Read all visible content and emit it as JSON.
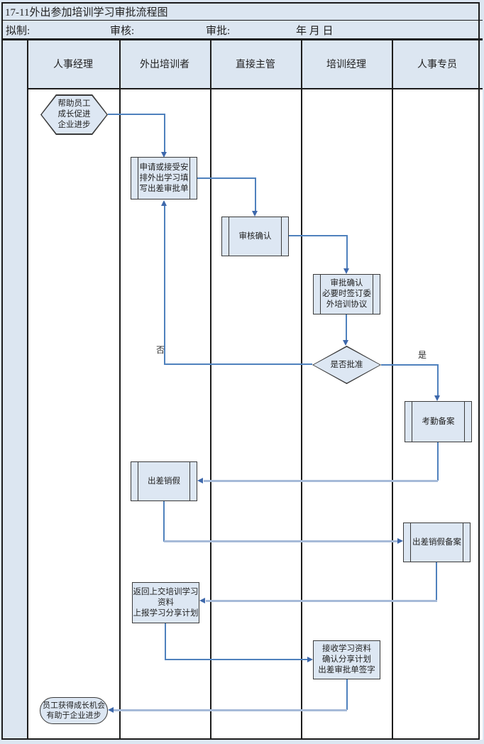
{
  "title": "17-11外出参加培训学习审批流程图",
  "info_row": {
    "draft": "拟制:",
    "review": "审核:",
    "approve": "审批:",
    "date": "年 月 日"
  },
  "lanes": [
    {
      "label": "人事经理"
    },
    {
      "label": "外出培训者"
    },
    {
      "label": "直接主管"
    },
    {
      "label": "培训经理"
    },
    {
      "label": "人事专员"
    }
  ],
  "nodes": {
    "start": {
      "type": "hexagon",
      "text": "帮助员工\n成长促进\n企业进步"
    },
    "apply": {
      "type": "predefined-process",
      "text": "申请或接受安\n排外出学习填\n写出差审批单"
    },
    "review_confirm": {
      "type": "predefined-process",
      "text": "审核确认"
    },
    "approve_confirm": {
      "type": "predefined-process",
      "text": "审批确认\n必要时签订委\n外培训协议"
    },
    "decision": {
      "type": "decision",
      "text": "是否批准"
    },
    "attendance_record": {
      "type": "predefined-process",
      "text": "考勤备案"
    },
    "trip_cancel": {
      "type": "predefined-process",
      "text": "出差销假"
    },
    "trip_cancel_record": {
      "type": "predefined-process",
      "text": "出差销假备案"
    },
    "return_materials": {
      "type": "process",
      "text": "返回上交培训学习\n资料\n上报学习分享计划"
    },
    "receive_materials": {
      "type": "process",
      "text": "接收学习资料\n确认分享计划\n出差审批单签字"
    },
    "end": {
      "type": "terminator",
      "text": "员工获得成长机会\n有助于企业进步"
    }
  },
  "edge_labels": {
    "yes": "是",
    "no": "否"
  },
  "colors": {
    "page_background": "#dce6f1",
    "lane_background": "#ffffff",
    "grid_border": "#1c1c1c",
    "shape_fill": "#dde7f3",
    "shape_border": "#3a3a3a",
    "connector": "#4f81bd",
    "connector_light": "#a6bad8",
    "arrowhead": "#3e68ab"
  }
}
